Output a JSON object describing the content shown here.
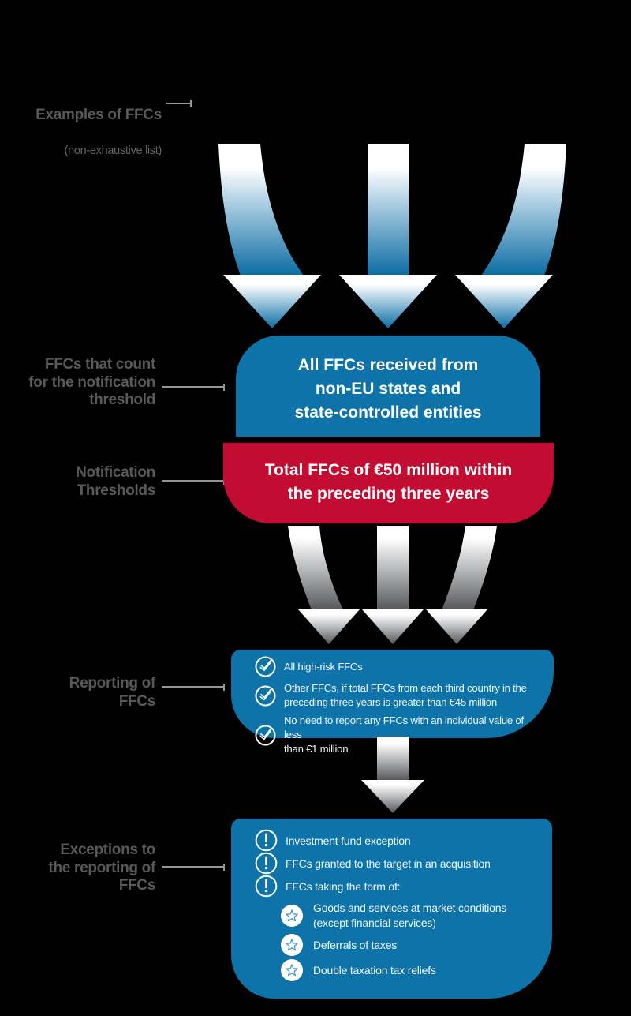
{
  "labels": {
    "examples": {
      "title": "Examples of FFCs",
      "subtitle": "(non-exhaustive list)"
    },
    "count": {
      "title": "FFCs that count\nfor the notification\nthreshold"
    },
    "thresholds": {
      "title": "Notification\nThresholds"
    },
    "reporting": {
      "title": "Reporting of\nFFCs"
    },
    "exceptions": {
      "title": "Exceptions to\nthe reporting of\nFFCs"
    }
  },
  "funnel": {
    "eligible_box": {
      "text": "All FFCs received from\nnon-EU states and\nstate-controlled entities",
      "color": "#0d73a8"
    },
    "threshold_box": {
      "text": "Total FFCs of €50 million within\nthe preceding three years",
      "color": "#c30c32"
    }
  },
  "reporting": {
    "items": [
      {
        "icon": "check-circle-icon",
        "text": "All high-risk FFCs"
      },
      {
        "icon": "check-circle-icon",
        "text": "Other FFCs, if total FFCs from each third country in the\npreceding three years is greater than €45 million"
      },
      {
        "icon": "check-circle-icon",
        "text": "No need to report any FFCs with an individual value of less\nthan €1 million"
      }
    ]
  },
  "exceptions": {
    "items": [
      {
        "icon": "exclamation-circle-icon",
        "text": "Investment fund exception"
      },
      {
        "icon": "exclamation-circle-icon",
        "text": "FFCs granted to the target in an acquisition"
      },
      {
        "icon": "exclamation-circle-icon",
        "text": "FFCs taking the form of:"
      }
    ],
    "subitems": [
      {
        "icon": "star-circle-icon",
        "text": "Goods and services at market conditions\n(except financial services)"
      },
      {
        "icon": "star-circle-icon",
        "text": "Deferrals of taxes"
      },
      {
        "icon": "star-circle-icon",
        "text": "Double taxation tax reliefs"
      }
    ]
  },
  "colors": {
    "background": "#000000",
    "box_blue": "#0d73a8",
    "box_red": "#c30c32",
    "label_gray": "#58595b",
    "connector_gray": "#939598",
    "arrow_blue_dark": "#0c6ca2",
    "arrow_gray_dark": "#545659",
    "list_text": "#f2f8fc"
  }
}
